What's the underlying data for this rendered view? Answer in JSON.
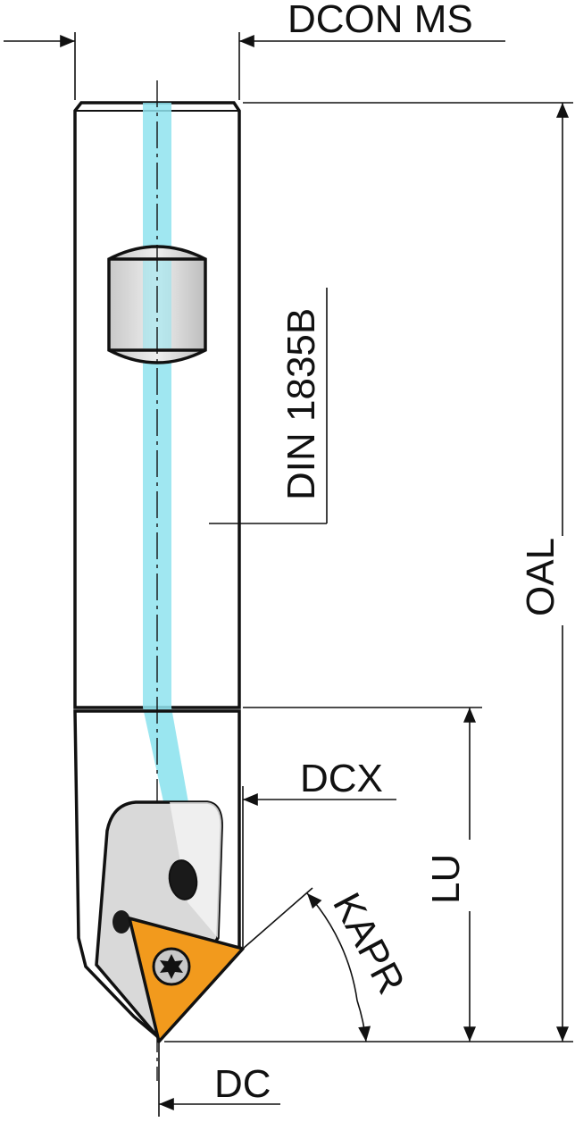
{
  "labels": {
    "dcon_ms": "DCON MS",
    "din": "DIN 1835B",
    "oal": "OAL",
    "dcx": "DCX",
    "lu": "LU",
    "kapr": "KAPR",
    "dc": "DC"
  },
  "colors": {
    "line": "#111111",
    "coolant": "#8fe3ee",
    "insert": "#f29a1d",
    "body_light": "#f4f4f4",
    "body_dark": "#8a8a8a"
  }
}
